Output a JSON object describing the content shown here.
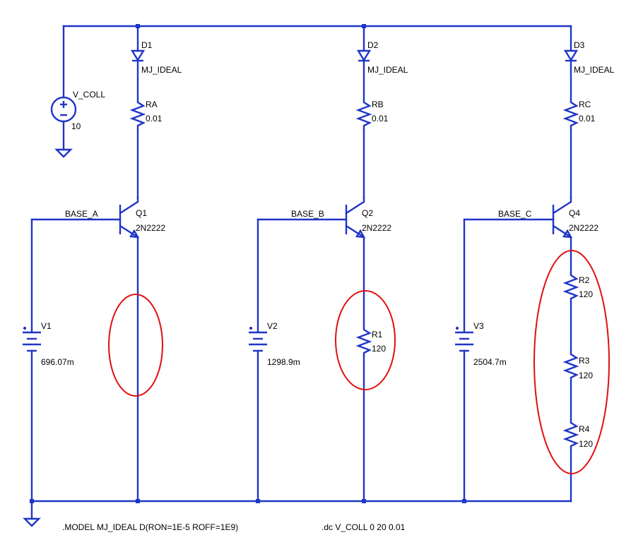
{
  "colors": {
    "wire": "#1f35c8",
    "highlight": "#e01010",
    "text": "#000000",
    "background": "#ffffff"
  },
  "components": {
    "v_coll": {
      "name": "V_COLL",
      "value": "10"
    },
    "d1": {
      "name": "D1",
      "model": "MJ_IDEAL"
    },
    "d2": {
      "name": "D2",
      "model": "MJ_IDEAL"
    },
    "d3": {
      "name": "D3",
      "model": "MJ_IDEAL"
    },
    "ra": {
      "name": "RA",
      "value": "0.01"
    },
    "rb": {
      "name": "RB",
      "value": "0.01"
    },
    "rc": {
      "name": "RC",
      "value": "0.01"
    },
    "q1": {
      "name": "Q1",
      "model": "2N2222"
    },
    "q2": {
      "name": "Q2",
      "model": "2N2222"
    },
    "q4": {
      "name": "Q4",
      "model": "2N2222"
    },
    "v1": {
      "name": "V1",
      "value": "696.07m"
    },
    "v2": {
      "name": "V2",
      "value": "1298.9m"
    },
    "v3": {
      "name": "V3",
      "value": "2504.7m"
    },
    "r1": {
      "name": "R1",
      "value": "120"
    },
    "r2": {
      "name": "R2",
      "value": "120"
    },
    "r3": {
      "name": "R3",
      "value": "120"
    },
    "r4": {
      "name": "R4",
      "value": "120"
    }
  },
  "nets": {
    "base_a": "BASE_A",
    "base_b": "BASE_B",
    "base_c": "BASE_C"
  },
  "directives": {
    "model": ".MODEL MJ_IDEAL D(RON=1E-5 ROFF=1E9)",
    "analysis": ".dc V_COLL 0 20 0.01"
  }
}
